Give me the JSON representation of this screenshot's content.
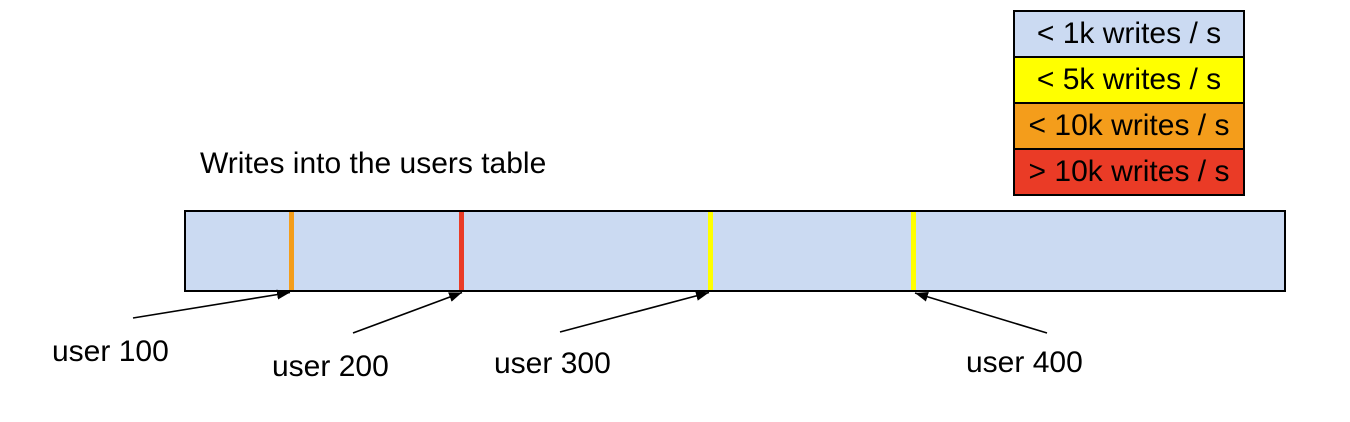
{
  "title": "Writes into the users table",
  "colors": {
    "background": "#FFFFFF",
    "border": "#000000",
    "arrow": "#000000",
    "bar_fill": "#CBDAF2",
    "blue": "#CBDAF2",
    "yellow": "#FFFF00",
    "orange": "#F49D1B",
    "red": "#EA3B26"
  },
  "legend": {
    "items": [
      {
        "label": "< 1k writes / s",
        "color": "#CBDAF2"
      },
      {
        "label": "< 5k writes / s",
        "color": "#FFFF00"
      },
      {
        "label": "< 10k writes / s",
        "color": "#F49D1B"
      },
      {
        "label": "> 10k writes / s",
        "color": "#EA3B26"
      }
    ]
  },
  "bar": {
    "markers": [
      {
        "user": "user 100",
        "write_rate": "< 10k writes / s",
        "color": "#F49D1B"
      },
      {
        "user": "user 200",
        "write_rate": "> 10k writes / s",
        "color": "#EA3B26"
      },
      {
        "user": "user 300",
        "write_rate": "< 5k writes / s",
        "color": "#FFFF00"
      },
      {
        "user": "user 400",
        "write_rate": "< 5k writes / s",
        "color": "#FFFF00"
      }
    ]
  }
}
